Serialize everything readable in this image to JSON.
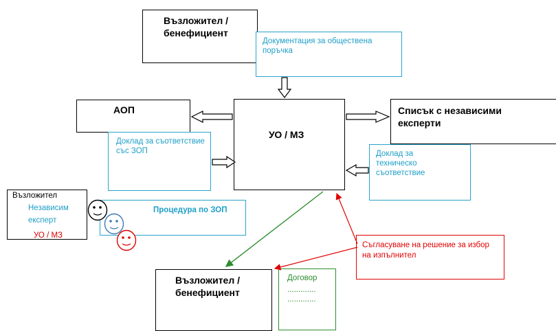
{
  "boxes": {
    "contracting_top": "Възложител / бенефициент",
    "procurement_docs": "Документация за обществена поръчка",
    "aop": "АОП",
    "center": "УО / МЗ",
    "experts_list": "Списък с независими експерти",
    "compliance_report": "Доклад за съответствие със ЗОП",
    "tech_report": "Доклад за техническо съответствие",
    "contracting_bottom": "Възложител / бенефициент",
    "approval": "Съгласуване на решение за избор на изпълнител",
    "contract_title": "Договор",
    "contract_dots1": ".............",
    "contract_dots2": ".............",
    "procedure": "Процедура по ЗОП"
  },
  "left_legend": {
    "line1": "Възложител",
    "line2": "Независим",
    "line3": "експерт",
    "line4": "УО / МЗ"
  },
  "colors": {
    "black": "#000000",
    "blue": "#1e9fc7",
    "green": "#2e8b2e",
    "red": "#e00000"
  }
}
